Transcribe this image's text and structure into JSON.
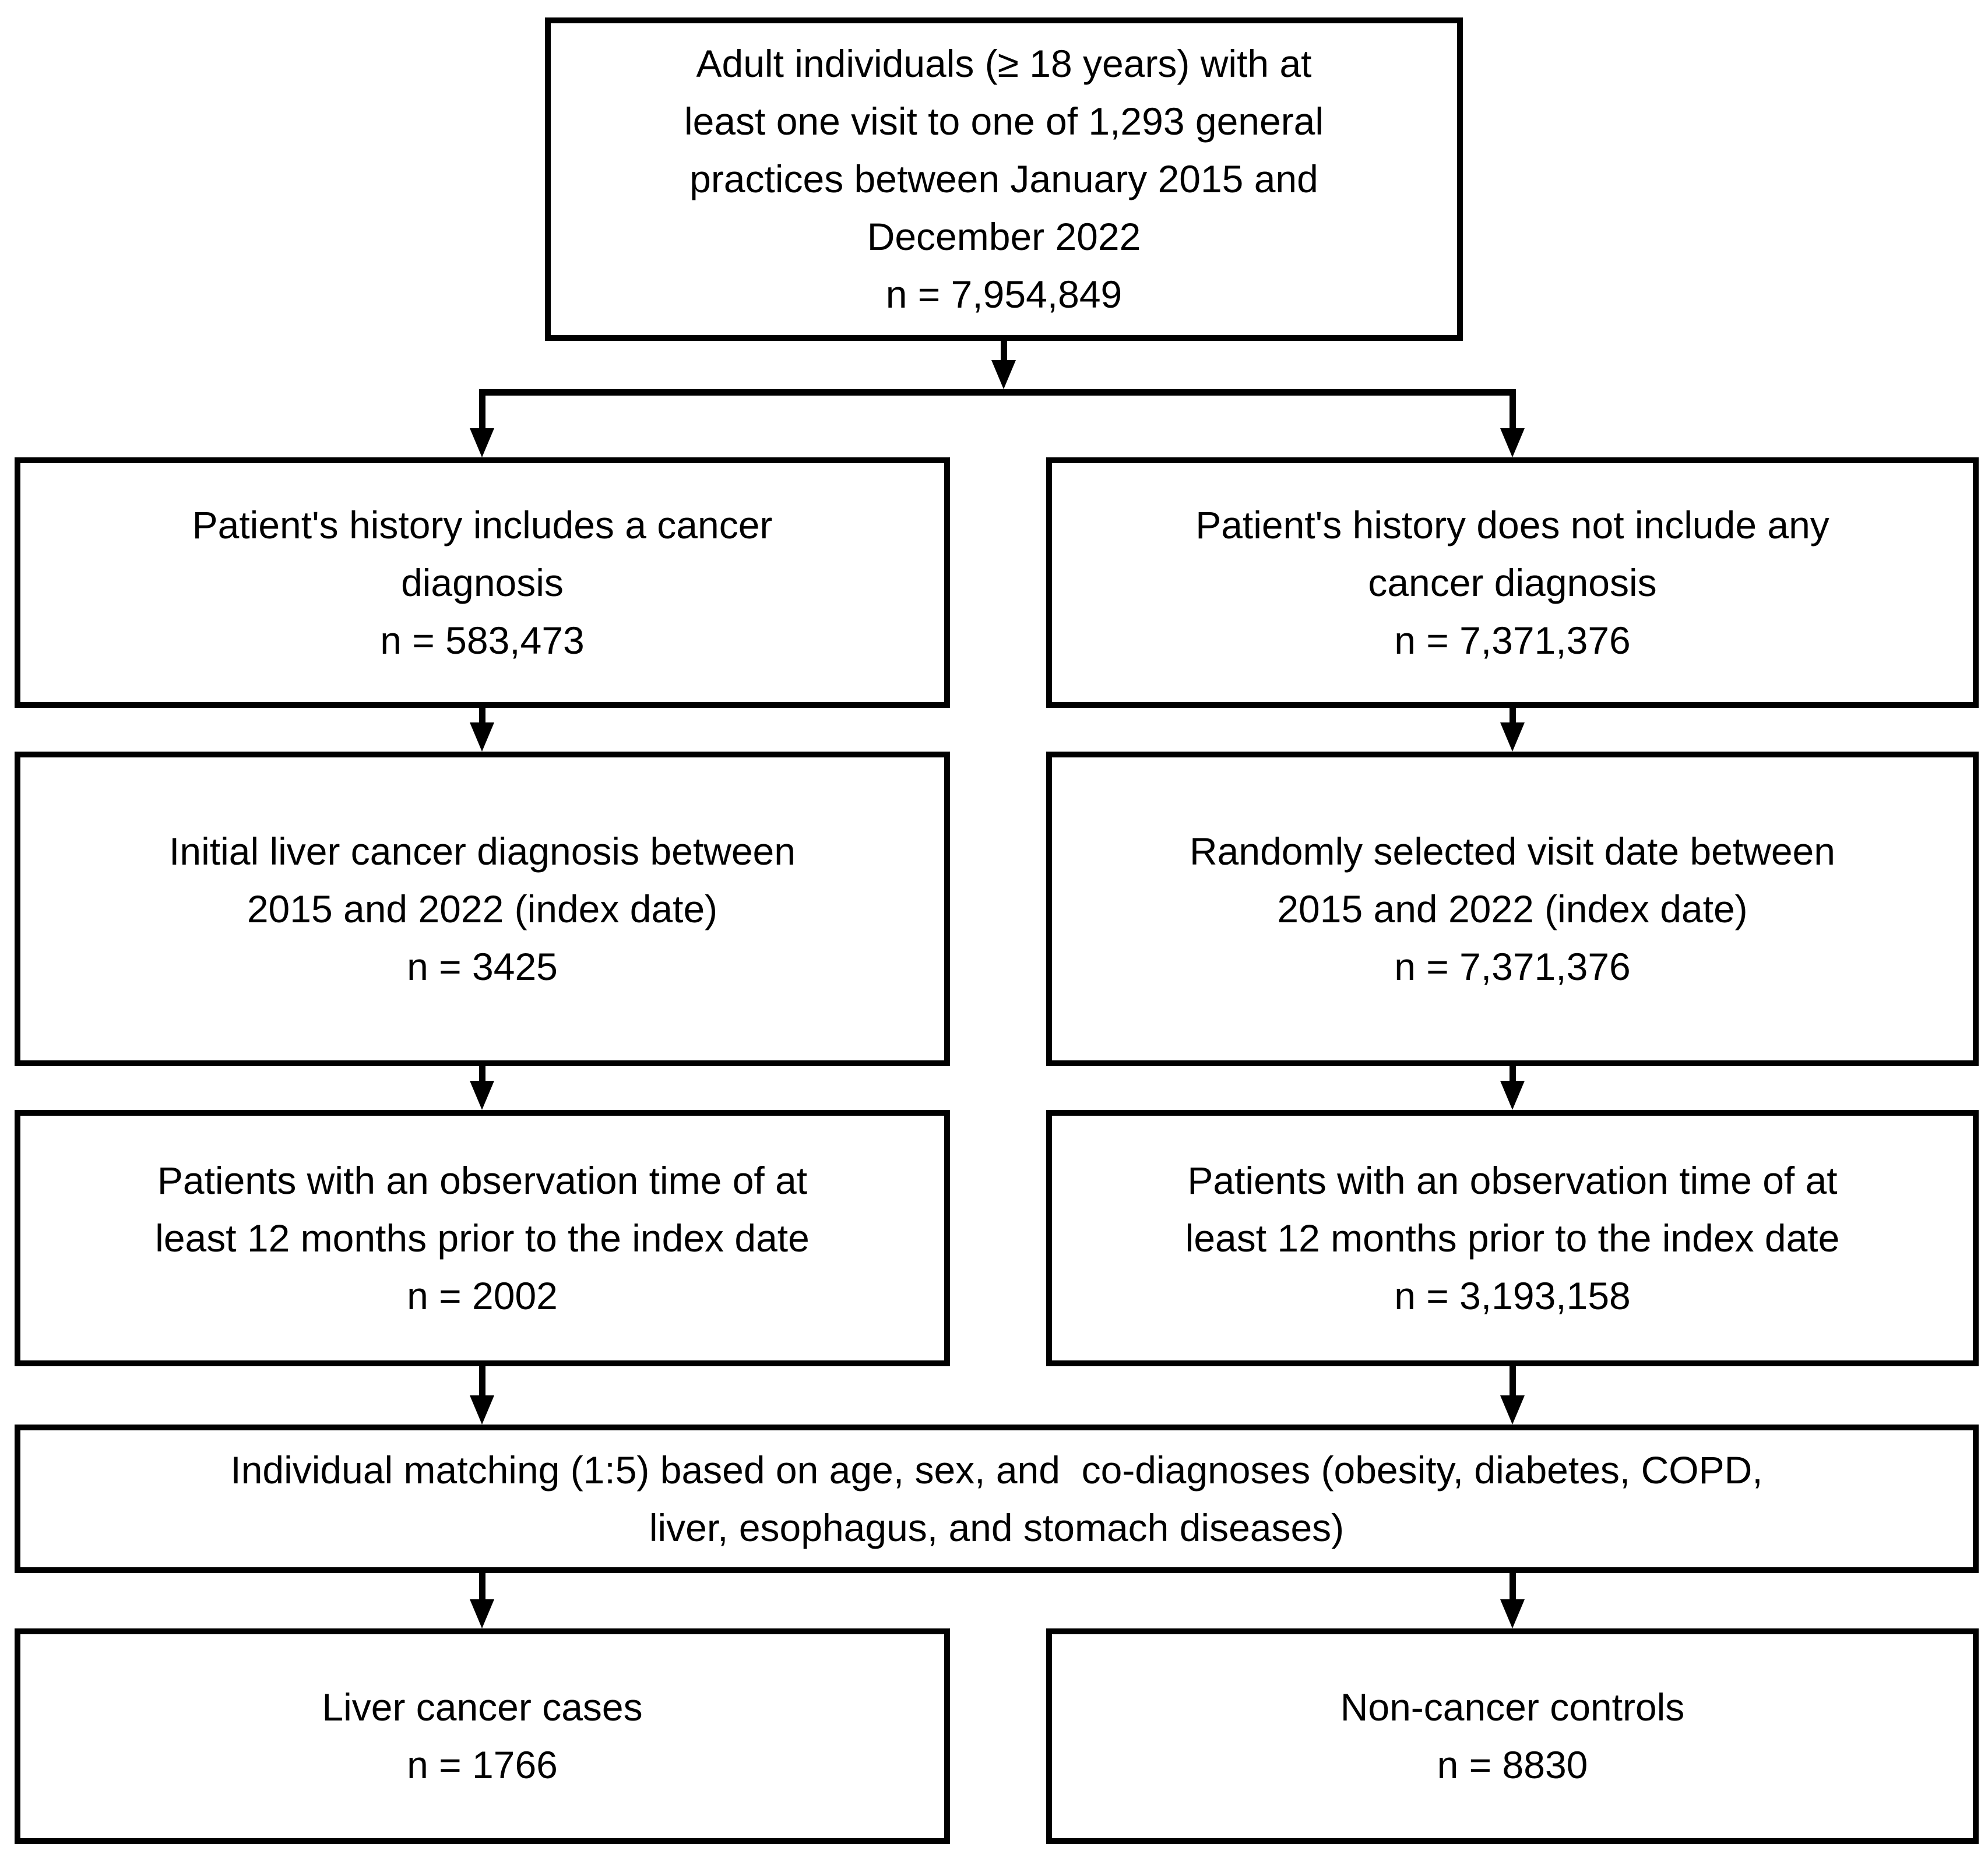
{
  "diagram": {
    "type": "flowchart",
    "colors": {
      "ink": "#000000",
      "paper": "#ffffff"
    },
    "boxes": {
      "source_population": {
        "label_lines": [
          "Adult individuals (≥ 18 years) with at",
          "least one visit to one of 1,293 general",
          "practices between January 2015 and",
          "December 2022"
        ],
        "n": "n = 7,954,849"
      },
      "cancer_history": {
        "label_lines": [
          "Patient's history includes a cancer",
          "diagnosis"
        ],
        "n": "n = 583,473"
      },
      "no_cancer_history": {
        "label_lines": [
          "Patient's history does not include any",
          "cancer diagnosis"
        ],
        "n": "n = 7,371,376"
      },
      "liver_cancer_diagnosis": {
        "label_lines": [
          "Initial liver cancer diagnosis between",
          "2015 and 2022 (index date)"
        ],
        "n": "n = 3425"
      },
      "random_visit_date": {
        "label_lines": [
          "Randomly selected visit date between",
          "2015 and 2022 (index date)"
        ],
        "n": "n = 7,371,376"
      },
      "observation_time_cases": {
        "label_lines": [
          "Patients with an observation time of at",
          "least 12 months prior to the index date"
        ],
        "n": "n = 2002"
      },
      "observation_time_controls": {
        "label_lines": [
          "Patients with an observation time of at",
          "least 12 months prior to the index date"
        ],
        "n": "n = 3,193,158"
      },
      "individual_matching": {
        "label_lines": [
          "Individual matching (1:5) based on age, sex, and  co-diagnoses (obesity, diabetes, COPD,",
          "liver, esophagus, and stomach diseases)"
        ]
      },
      "liver_cancer_cases": {
        "label_lines": [
          "Liver cancer cases"
        ],
        "n": "n = 1766"
      },
      "non_cancer_controls": {
        "label_lines": [
          "Non-cancer controls"
        ],
        "n": "n = 8830"
      }
    }
  }
}
